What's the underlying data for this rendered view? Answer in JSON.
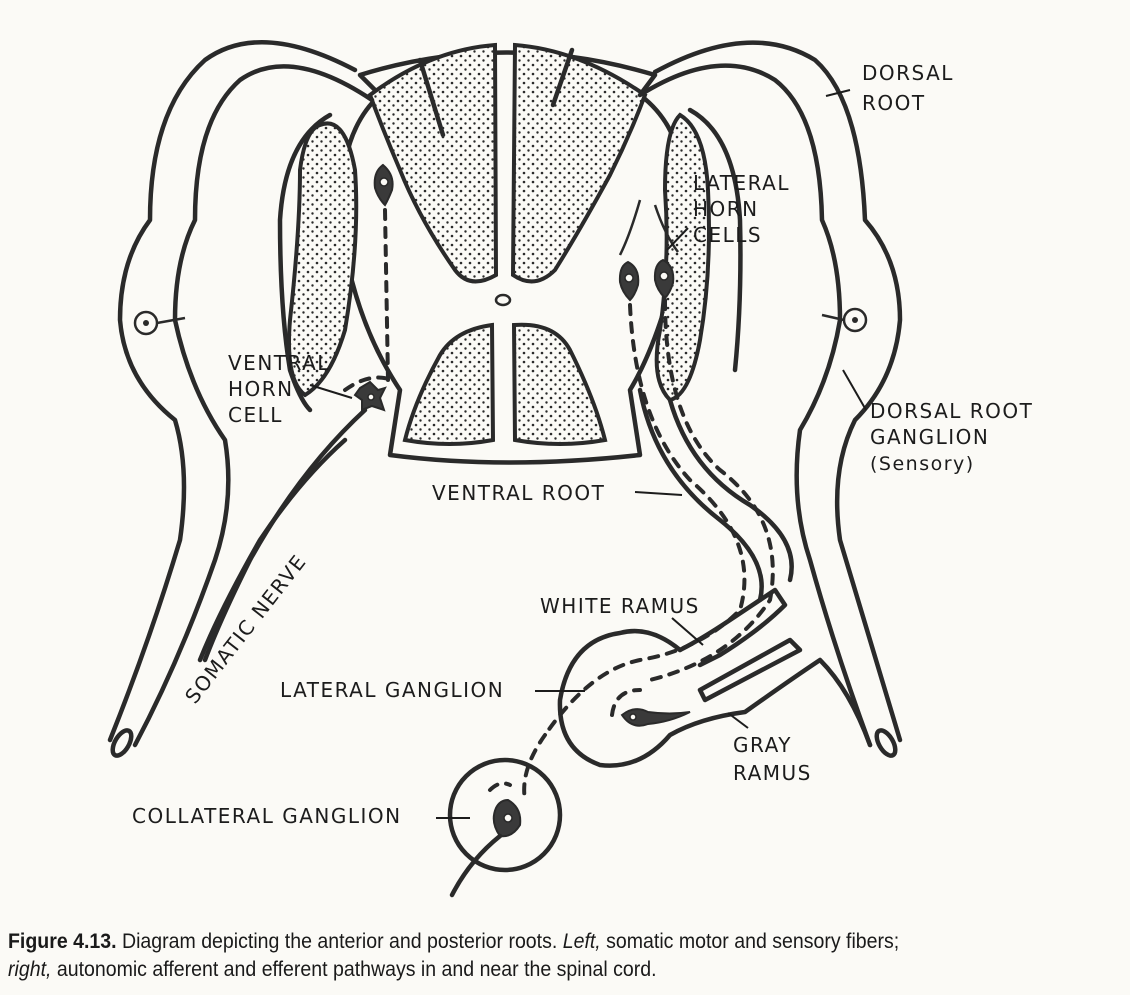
{
  "figure": {
    "labels": {
      "dorsal_root": [
        "DORSAL",
        "ROOT"
      ],
      "lateral_horn_cells": [
        "LATERAL",
        "HORN",
        "CELLS"
      ],
      "ventral_horn_cell": [
        "VENTRAL",
        "HORN",
        "CELL"
      ],
      "dorsal_root_ganglion": [
        "DORSAL ROOT",
        "GANGLION",
        "(Sensory)"
      ],
      "ventral_root": "VENTRAL ROOT",
      "somatic_nerve": "SOMATIC NERVE",
      "white_ramus": "WHITE RAMUS",
      "lateral_ganglion": "LATERAL GANGLION",
      "gray_ramus": [
        "GRAY",
        "RAMUS"
      ],
      "collateral_ganglion": "COLLATERAL GANGLION"
    },
    "colors": {
      "ink": "#2a2a2a",
      "paper": "#fbfaf6"
    }
  },
  "caption": {
    "figure_number": "Figure 4.13.",
    "text_1": " Diagram depicting the anterior and posterior roots. ",
    "left_word": "Left,",
    "text_2": " somatic motor and sensory fibers;",
    "right_word": "right,",
    "text_3": " autonomic afferent and efferent pathways in and near the spinal cord."
  }
}
